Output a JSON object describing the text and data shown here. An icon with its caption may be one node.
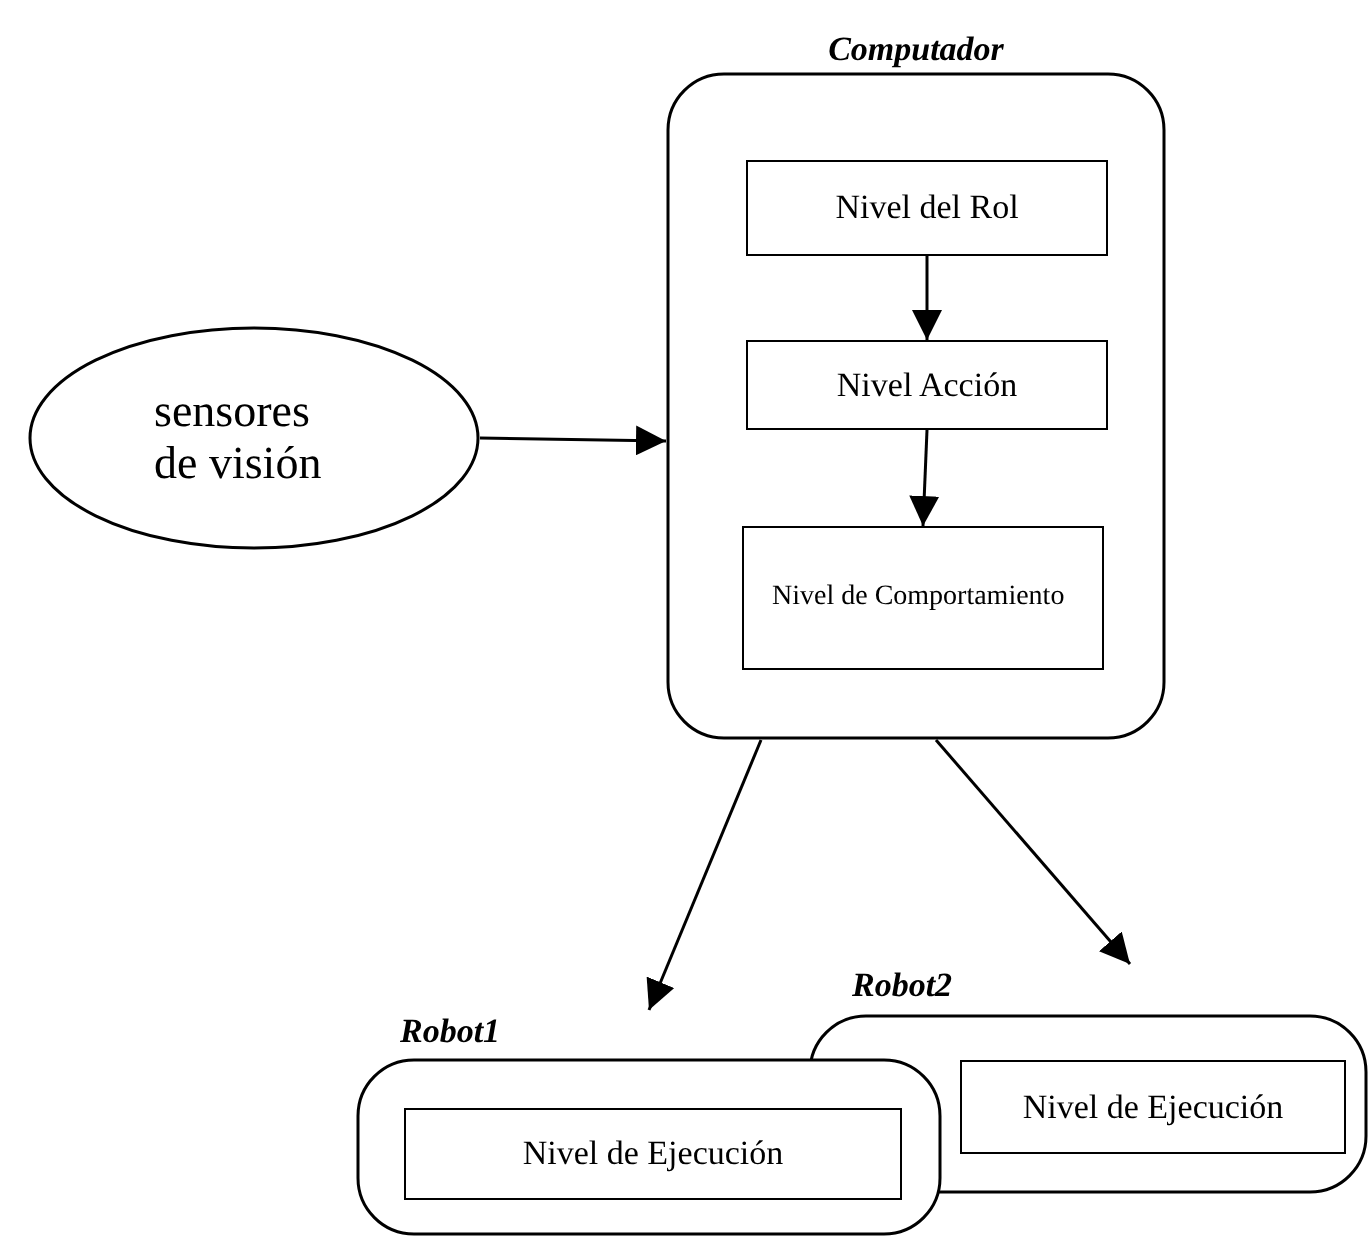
{
  "diagram": {
    "nodes": [
      {
        "text": [
          "Computador"
        ]
      },
      {
        "text": [
          "Nivel del Rol"
        ],
        "in": 0
      },
      {
        "text": [
          "Nivel Acción"
        ],
        "in": 0
      },
      {
        "text": [
          "Nivel de Comportamiento"
        ],
        "in": 0
      },
      {
        "text": [
          "sensores de visión"
        ]
      },
      {
        "text": [
          "Robot1"
        ]
      },
      {
        "text": [
          "Nivel de Ejecución"
        ],
        "in": 5
      },
      {
        "text": [
          "Robot2"
        ]
      },
      {
        "text": [
          "Nivel de Ejecución"
        ],
        "in": 7
      }
    ],
    "edges": [
      {
        "from": 1,
        "to": 2,
        "arrow": "to"
      },
      {
        "from": 2,
        "to": 3,
        "arrow": "to"
      },
      {
        "from": 4,
        "to": 0,
        "arrow": "to"
      },
      {
        "from": 0,
        "to": 5,
        "arrow": "to"
      },
      {
        "from": 0,
        "to": 7,
        "arrow": "to"
      }
    ]
  }
}
